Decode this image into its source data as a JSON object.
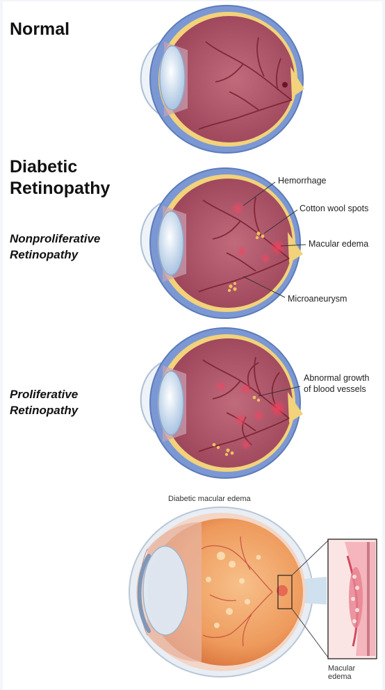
{
  "headings": {
    "normal": "Normal",
    "diabetic_line1": "Diabetic",
    "diabetic_line2": "Retinopathy",
    "nonprolif_line1": "Nonproliferative",
    "nonprolif_line2": "Retinopathy",
    "prolif_line1": "Proliferative",
    "prolif_line2": "Retinopathy"
  },
  "callouts": {
    "hemorrhage": "Hemorrhage",
    "cotton_wool": "Cotton wool spots",
    "macular_edema": "Macular edema",
    "microaneurysm": "Microaneurysm",
    "abnormal_line1": "Abnormal growth",
    "abnormal_line2": "of blood vessels"
  },
  "bottom": {
    "title": "Diabetic macular edema",
    "inset_line1": "Macular",
    "inset_line2": "edema"
  },
  "colors": {
    "sclera": "#6f8fd0",
    "choroid_yellow": "#f2d27a",
    "retina": "#b25668",
    "retina_dark": "#8c3347",
    "vessel": "#7a1e2e",
    "lens": "#cfe0f2",
    "hemorrhage": "#d0344e",
    "exudate": "#f0c060",
    "fundus_orange": "#f2a46a"
  }
}
